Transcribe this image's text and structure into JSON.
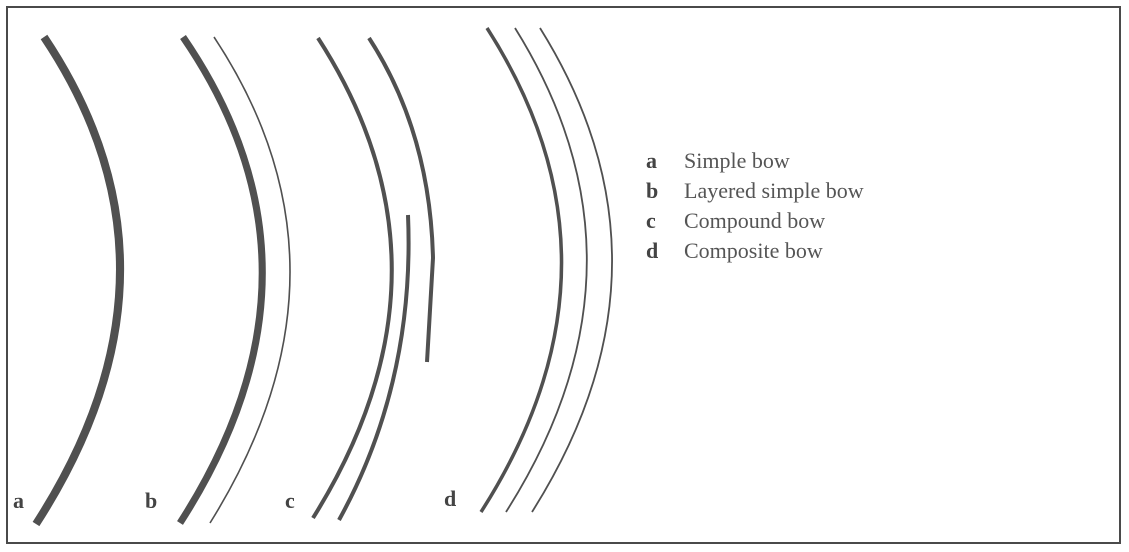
{
  "diagram": {
    "panels": [
      {
        "letter": "a",
        "label": "Simple bow"
      },
      {
        "letter": "b",
        "label": "Layered simple bow"
      },
      {
        "letter": "c",
        "label": "Compound bow"
      },
      {
        "letter": "d",
        "label": "Composite bow"
      }
    ],
    "colors": {
      "stroke": "#505050",
      "text": "#555555",
      "border": "#4a4a4a"
    }
  }
}
